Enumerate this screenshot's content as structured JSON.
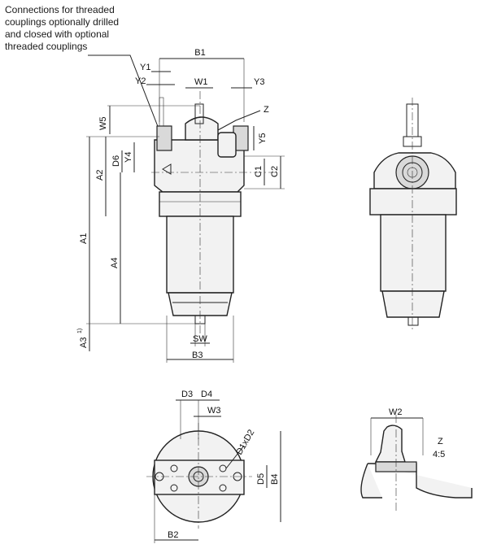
{
  "note": {
    "lines": [
      "Connections for threaded",
      "couplings optionally drilled",
      "and closed with optional",
      "threaded couplings"
    ]
  },
  "dims": {
    "B1": "B1",
    "Y1": "Y1",
    "Y2": "Y2",
    "W1": "W1",
    "Y3": "Y3",
    "Z": "Z",
    "W5": "W5",
    "Y5": "Y5",
    "D6": "D6",
    "Y4": "Y4",
    "A2": "A2",
    "C1": "C1",
    "C2": "C2",
    "A1": "A1",
    "A4": "A4",
    "A3": "A3",
    "A3_note": "1)",
    "SW": "SW",
    "B3": "B3",
    "D3": "D3",
    "D4": "D4",
    "W3": "W3",
    "D1xD2": "D1xD2",
    "D5": "D5",
    "B4": "B4",
    "B2": "B2",
    "W2": "W2",
    "Z_detail": "Z",
    "scale": "4:5"
  }
}
